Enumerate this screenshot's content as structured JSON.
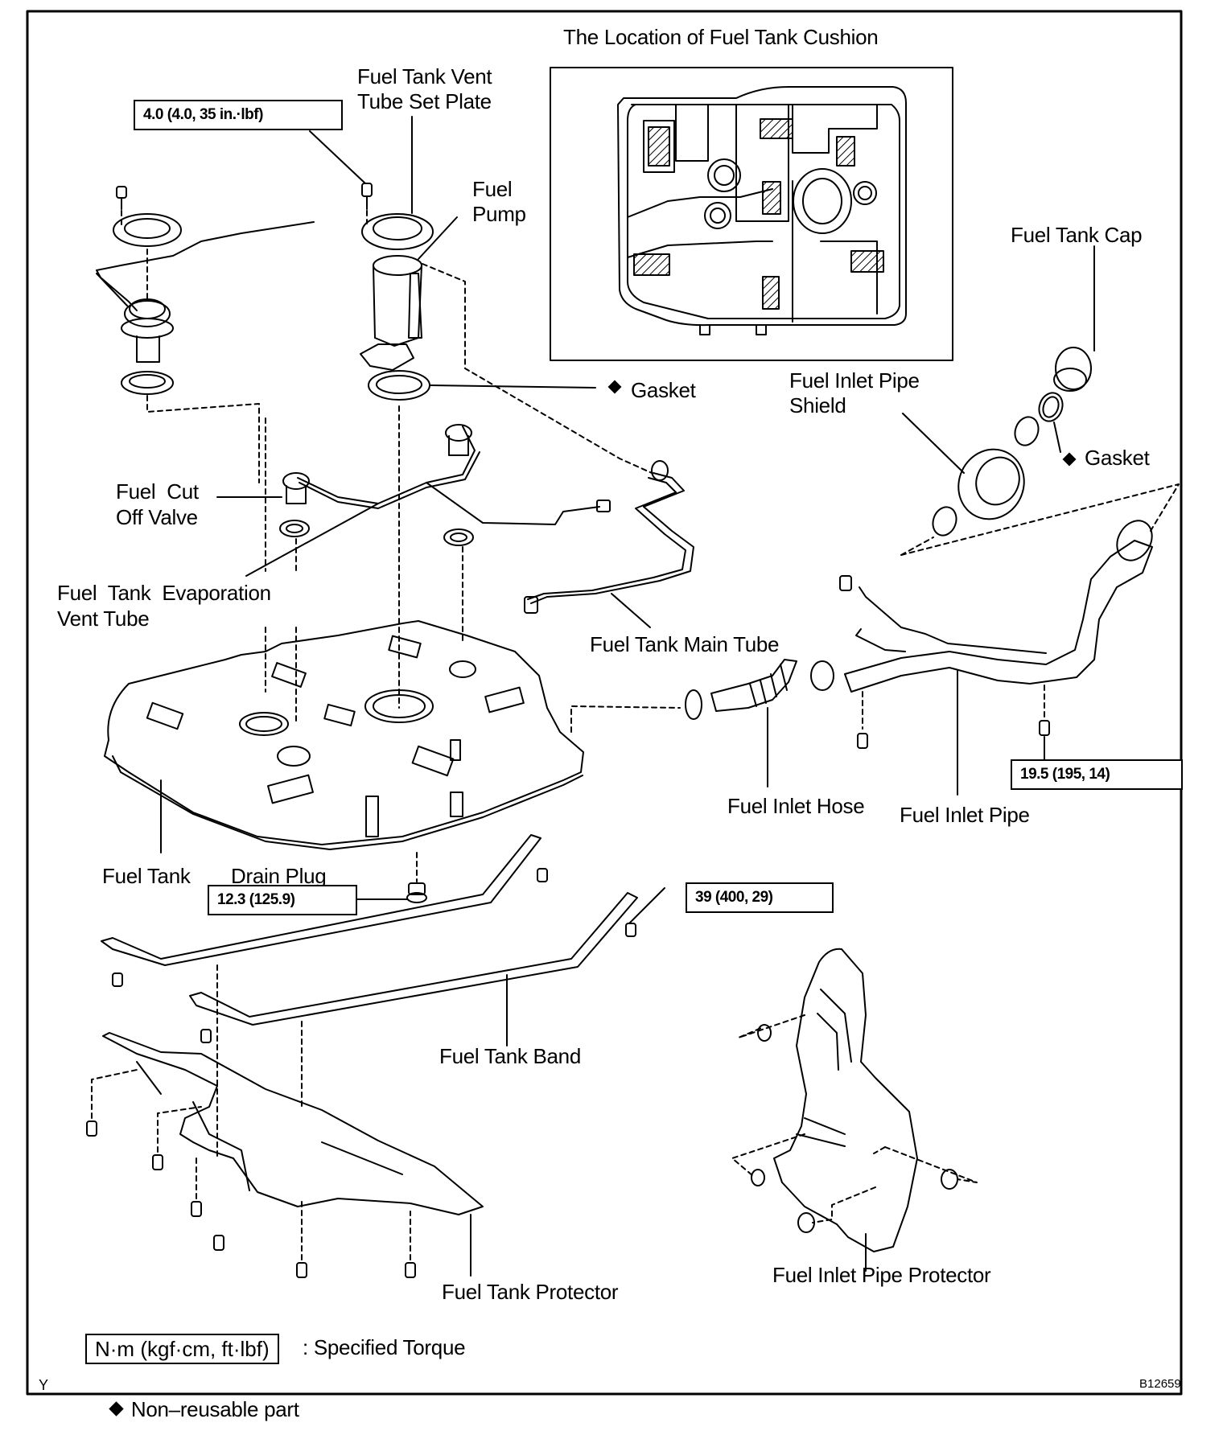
{
  "inset": {
    "title": "The Location of Fuel Tank Cushion"
  },
  "labels": {
    "vent_plate_line1": "Fuel Tank Vent",
    "vent_plate_line2": "Tube Set Plate",
    "fuel_pump_line1": "Fuel",
    "fuel_pump_line2": "Pump",
    "gasket_pump": "Gasket",
    "fuel_tank_cap": "Fuel Tank Cap",
    "inlet_shield_line1": "Fuel Inlet Pipe",
    "inlet_shield_line2": "Shield",
    "gasket_cap": "Gasket",
    "cut_off_valve_line1": "Fuel  Cut",
    "cut_off_valve_line2": "Off Valve",
    "evap_tube_line1": "Fuel  Tank  Evaporation",
    "evap_tube_line2": "Vent Tube",
    "main_tube": "Fuel Tank Main Tube",
    "inlet_hose": "Fuel Inlet Hose",
    "inlet_pipe": "Fuel Inlet Pipe",
    "fuel_tank": "Fuel Tank",
    "drain_plug": "Drain Plug",
    "tank_band": "Fuel Tank Band",
    "tank_protector": "Fuel Tank Protector",
    "inlet_pipe_protector": "Fuel Inlet Pipe Protector"
  },
  "torques": {
    "vent_plate_bolt": "4.0 (4.0, 35 in.·lbf)",
    "inlet_pipe_bolt": "19.5 (195, 14)",
    "drain_plug": "12.3 (125.9)",
    "tank_band_bolt": "39 (400, 29)"
  },
  "legend": {
    "torque_units": "N·m (kgf·cm, ft·lbf)",
    "torque_desc": ": Specified Torque",
    "non_reusable": "Non–reusable part"
  },
  "corner_mark": "Y",
  "figure_id": "B12659"
}
